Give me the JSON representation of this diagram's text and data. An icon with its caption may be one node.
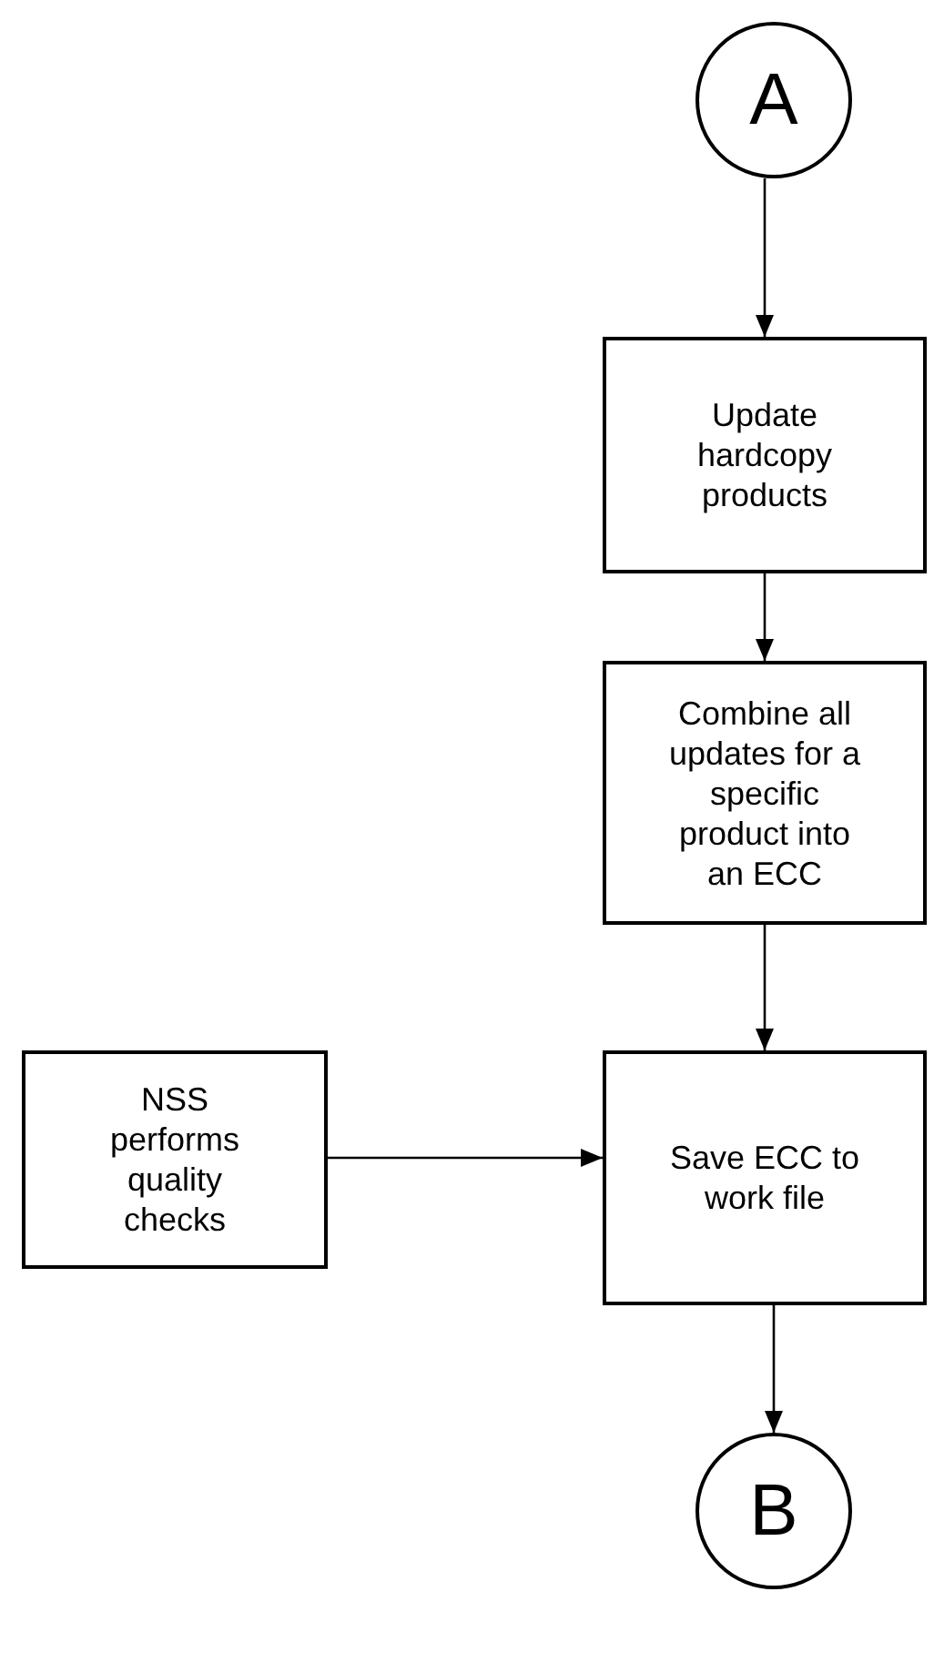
{
  "diagram": {
    "nodes": [
      {
        "text": [
          "A"
        ]
      },
      {
        "text": [
          "Update hardcopy products"
        ]
      },
      {
        "text": [
          "Combine all updates for a specific product into an ECC"
        ]
      },
      {
        "text": [
          "NSS performs quality checks"
        ]
      },
      {
        "text": [
          "Save ECC to work file"
        ]
      },
      {
        "text": [
          "B"
        ]
      }
    ],
    "edges": [
      {
        "from": 0,
        "to": 1,
        "arrow": "to"
      },
      {
        "from": 1,
        "to": 2,
        "arrow": "to"
      },
      {
        "from": 2,
        "to": 4,
        "arrow": "to"
      },
      {
        "from": 3,
        "to": 4,
        "arrow": "to"
      },
      {
        "from": 4,
        "to": 5,
        "arrow": "to"
      }
    ]
  }
}
